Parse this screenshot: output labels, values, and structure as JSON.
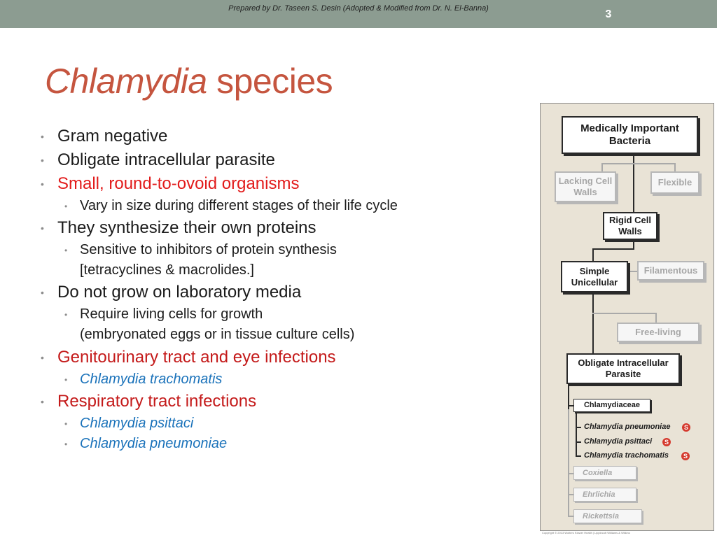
{
  "header": {
    "credit": "Prepared by Dr. Taseen S. Desin (Adopted & Modified from Dr. N. El-Banna)",
    "page_number": "3"
  },
  "title": {
    "italic": "Chlamydia",
    "rest": " species"
  },
  "bullets": {
    "gram_negative": "Gram negative",
    "obligate": "Obligate intracellular parasite",
    "small_round": "Small, round-to-ovoid organisms",
    "vary_size": "Vary in size during different stages of their life cycle",
    "synthesize": "They synthesize their own proteins",
    "sensitive": "Sensitive to inhibitors of protein synthesis",
    "tetracyclines": "[tetracyclines & macrolides.]",
    "no_grow": "Do not grow on laboratory media",
    "require_cells": "Require living cells for growth",
    "embryonated": "(embryonated eggs or in tissue culture cells)",
    "genitourinary": "Genitourinary tract and eye infections",
    "trachomatis": "Chlamydia trachomatis",
    "respiratory": "Respiratory tract infections",
    "psittaci": "Chlamydia psittaci",
    "pneumoniae": "Chlamydia pneumoniae"
  },
  "diagram": {
    "root": "Medically Important Bacteria",
    "lacking": "Lacking Cell Walls",
    "flexible": "Flexible",
    "rigid": "Rigid Cell Walls",
    "simple": "Simple Unicellular",
    "filamentous": "Filamentous",
    "free_living": "Free-living",
    "obligate": "Obligate Intracellular Parasite",
    "family": "Chlamydiaceae",
    "species": [
      "Chlamydia pneumoniae",
      "Chlamydia psittaci",
      "Chlamydia trachomatis"
    ],
    "badge": "S",
    "others": [
      "Coxiella",
      "Ehrlichia",
      "Rickettsia"
    ],
    "copyright": "Copyright © 2013 Wolters Kluwer Health | Lippincott Williams & Wilkins"
  }
}
